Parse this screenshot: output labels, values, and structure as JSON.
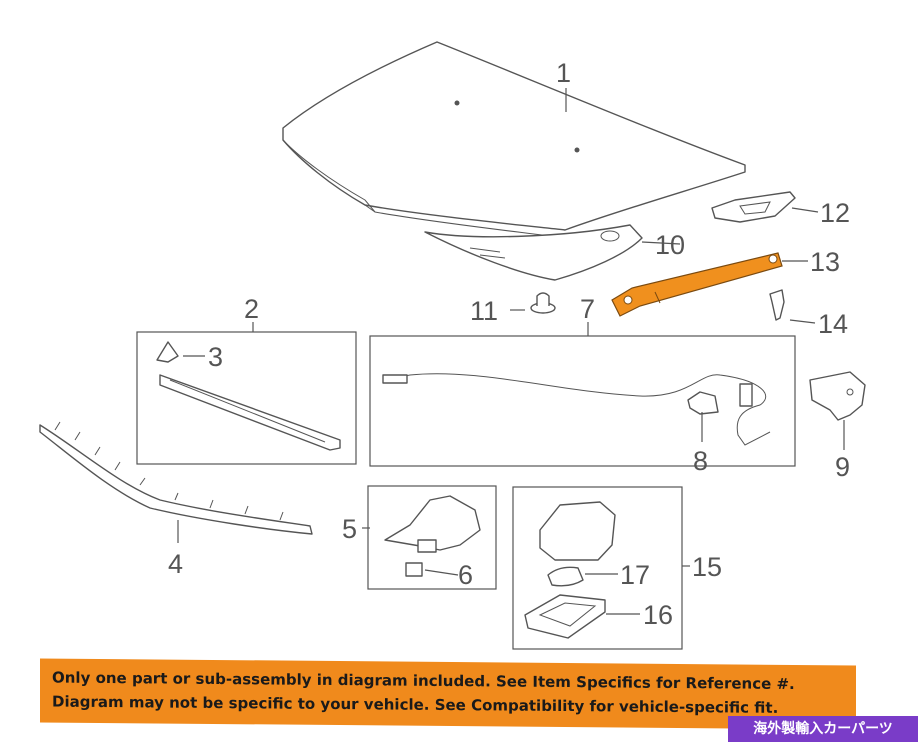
{
  "callouts": {
    "c1": "1",
    "c2": "2",
    "c3": "3",
    "c4": "4",
    "c5": "5",
    "c6": "6",
    "c7": "7",
    "c8": "8",
    "c9": "9",
    "c10": "10",
    "c11": "11",
    "c12": "12",
    "c13": "13",
    "c14": "14",
    "c15": "15",
    "c16": "16",
    "c17": "17"
  },
  "highlight_color": "#f0901e",
  "banner": {
    "line1": "Only one part or sub-assembly in diagram included. See Item Specifics for Reference #.",
    "line2": "Diagram may not be specific to your vehicle. See Compatibility for vehicle-specific fit.",
    "color": "#f08a1c"
  },
  "shop_badge": {
    "text": "海外製輸入カーパーツ",
    "color": "#7a3cc8"
  }
}
